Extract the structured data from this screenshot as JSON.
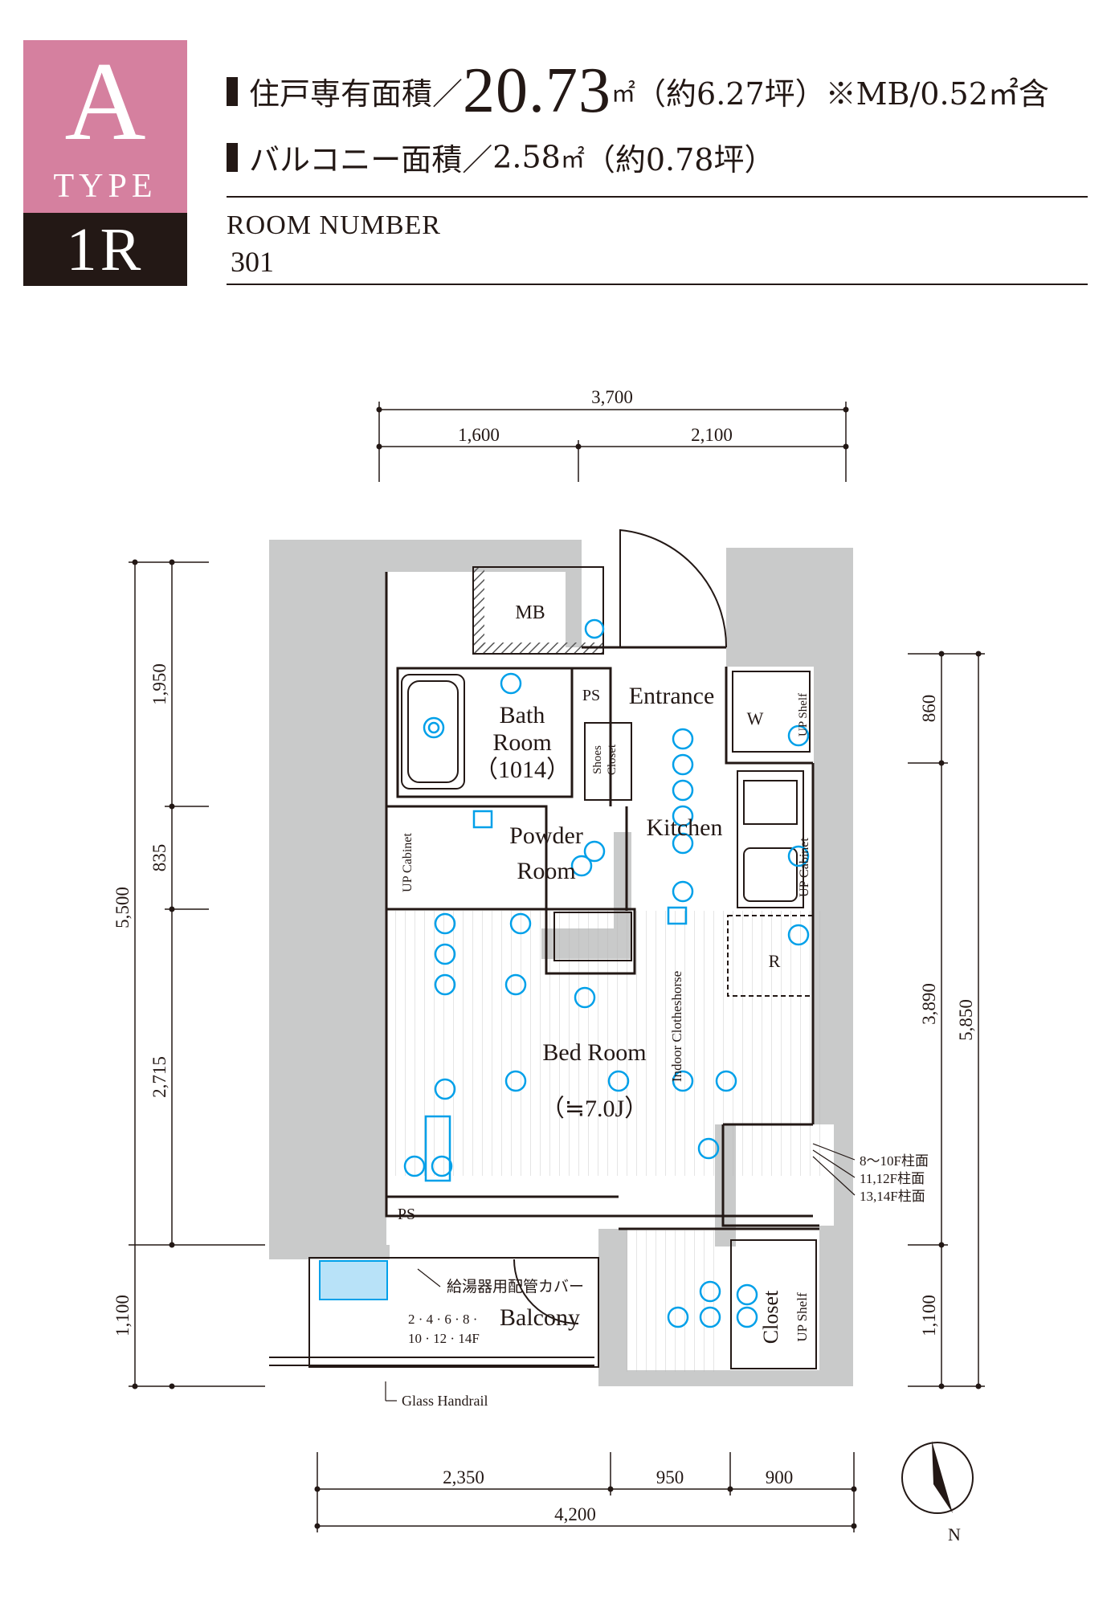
{
  "badge": {
    "letter": "A",
    "type": "TYPE",
    "layout": "1R"
  },
  "specs": {
    "exclusive_label": "住戸専有面積／",
    "exclusive_value": "20.73",
    "exclusive_unit": "㎡",
    "exclusive_detail": "（約6.27坪）※MB/0.52㎡含",
    "balcony_label": "バルコニー面積／",
    "balcony_value": "2.58",
    "balcony_unit": "㎡",
    "balcony_detail": "（約0.78坪）"
  },
  "room_number": {
    "label": "ROOM NUMBER",
    "value": "301"
  },
  "dimensions": {
    "top_total": "3,700",
    "top_left": "1,600",
    "top_right": "2,100",
    "left_1": "1,950",
    "left_2": "835",
    "left_3": "2,715",
    "left_4": "1,100",
    "left_total": "5,500",
    "right_1": "860",
    "right_2": "3,890",
    "right_3": "1,100",
    "right_total": "5,850",
    "bottom_1": "2,350",
    "bottom_2": "950",
    "bottom_3": "900",
    "bottom_total": "4,200"
  },
  "rooms": {
    "mb": "MB",
    "ps_top": "PS",
    "ps_bottom": "PS",
    "entrance": "Entrance",
    "bath_1": "Bath",
    "bath_2": "Room",
    "bath_3": "（1014）",
    "powder_1": "Powder",
    "powder_2": "Room",
    "kitchen": "Kitchen",
    "bed_1": "Bed Room",
    "bed_2": "（≒7.0J）",
    "balcony": "Balcony",
    "shoes_1": "Shoes",
    "shoes_2": "Closet",
    "closet": "Closet",
    "up_shelf_closet": "UP Shelf",
    "w": "W",
    "up_shelf_w": "UP Shelf",
    "up_cabinet_left": "UP Cabinet",
    "up_cabinet_right": "UP Cabinet",
    "r": "R",
    "indoor_clotheshorse": "Indoor Clotheshorse"
  },
  "notes": {
    "pillar_1": "8～10F柱面",
    "pillar_2": "11,12F柱面",
    "pillar_3": "13,14F柱面",
    "pipe_cover": "給湯器用配管カバー",
    "floors_1": "2 · 4 · 6 · 8 ·",
    "floors_2": "10 · 12 · 14F",
    "glass_handrail": "Glass Handrail",
    "north": "N"
  },
  "colors": {
    "accent": "#d5809f",
    "dark": "#231815",
    "wall": "#c9caca",
    "equipment": "#00a0e9"
  }
}
